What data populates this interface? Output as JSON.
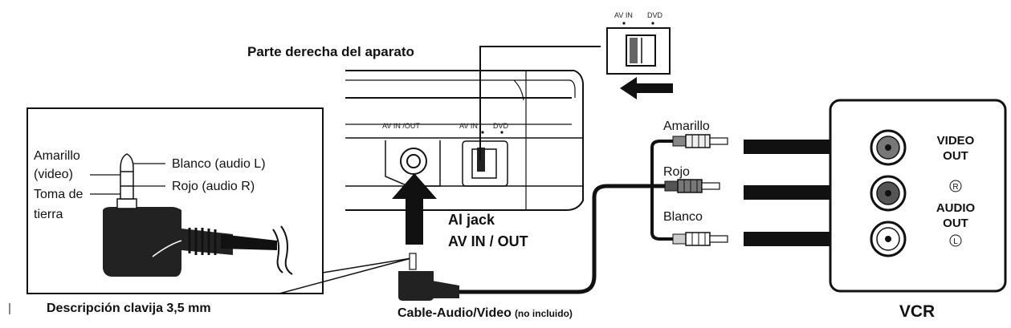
{
  "device": {
    "side_label": "Parte derecha del aparato",
    "jack_label": "AV IN /OUT",
    "switch_av_in": "AV IN",
    "switch_dvd": "DVD",
    "zoom_av_in": "AV IN",
    "zoom_dvd": "DVD"
  },
  "plug_detail": {
    "label_amarillo": "Amarillo",
    "label_video": "(video)",
    "label_toma": "Toma de",
    "label_tierra": "tierra",
    "label_blanco": "Blanco (audio L)",
    "label_rojo": "Rojo (audio R)",
    "caption": "Descripción clavija 3,5 mm"
  },
  "connection": {
    "to_jack_line1": "Al jack",
    "to_jack_line2": "AV IN / OUT",
    "cable_main": "Cable-Audio/Video",
    "cable_note": "(no incluido)",
    "wire_amarillo": "Amarillo",
    "wire_rojo": "Rojo",
    "wire_blanco": "Blanco"
  },
  "vcr": {
    "video_out_1": "VIDEO",
    "video_out_2": "OUT",
    "r_mark": "R",
    "audio_out_1": "AUDIO",
    "audio_out_2": "OUT",
    "l_mark": "L",
    "title": "VCR"
  }
}
